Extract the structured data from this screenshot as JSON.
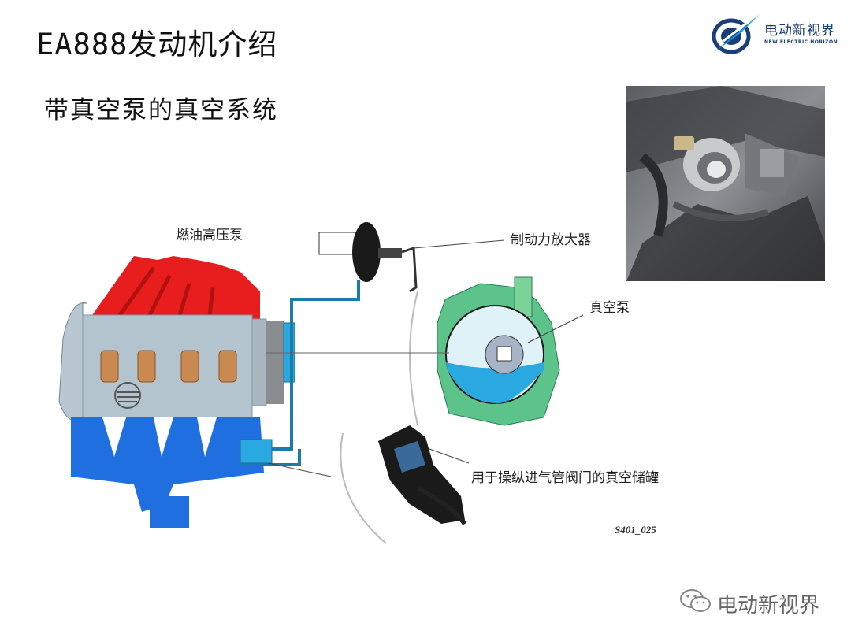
{
  "header": {
    "title": "EA888发动机介绍",
    "subtitle": "带真空泵的真空系统"
  },
  "logo": {
    "icon": "brand-logo-icon",
    "name_cn": "电动新视界",
    "name_en": "NEW ELECTRIC HORIZON"
  },
  "diagram": {
    "labels": {
      "fuel_pump": "燃油高压泵",
      "brake_booster": "制动力放大器",
      "vacuum_pump": "真空泵",
      "vacuum_reservoir": "用于操纵进气管阀门的真空储罐"
    },
    "figure_code": "S401_025"
  },
  "watermark": {
    "icon": "wechat-icon",
    "text": "电动新视界"
  }
}
